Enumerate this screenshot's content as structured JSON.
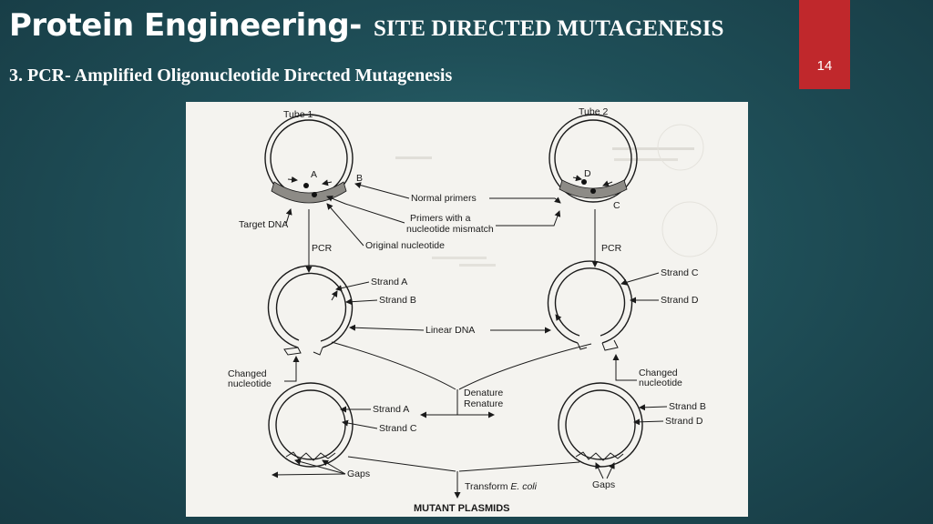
{
  "slide": {
    "title_main": "Protein Engineering-",
    "title_sub": "SITE DIRECTED MUTAGENESIS",
    "subtitle": "3.   PCR- Amplified Oligonucleotide Directed Mutagenesis",
    "slide_number": "14"
  },
  "figure": {
    "tube1": "Tube 1",
    "tube2": "Tube 2",
    "primer_a": "A",
    "primer_b": "B",
    "primer_c": "C",
    "primer_d": "D",
    "normal_primers": "Normal primers",
    "primers_mismatch_1": "Primers with a",
    "primers_mismatch_2": "nucleotide mismatch",
    "target_dna": "Target DNA",
    "original_nucleotide": "Original nucleotide",
    "pcr_left": "PCR",
    "pcr_right": "PCR",
    "strand_a_top": "Strand A",
    "strand_b_top": "Strand B",
    "strand_c_top": "Strand C",
    "strand_d_top": "Strand D",
    "linear_dna": "Linear DNA",
    "changed_left_1": "Changed",
    "changed_left_2": "nucleotide",
    "changed_right_1": "Changed",
    "changed_right_2": "nucleotide",
    "denature": "Denature",
    "renature": "Renature",
    "strand_a_bottom": "Strand A",
    "strand_c_bottom": "Strand C",
    "strand_b_bottom": "Strand B",
    "strand_d_bottom": "Strand D",
    "gaps_left": "Gaps",
    "gaps_right": "Gaps",
    "transform_prefix": "Transform ",
    "transform_italic": "E. coli",
    "mutant_plasmids": "MUTANT PLASMIDS"
  }
}
